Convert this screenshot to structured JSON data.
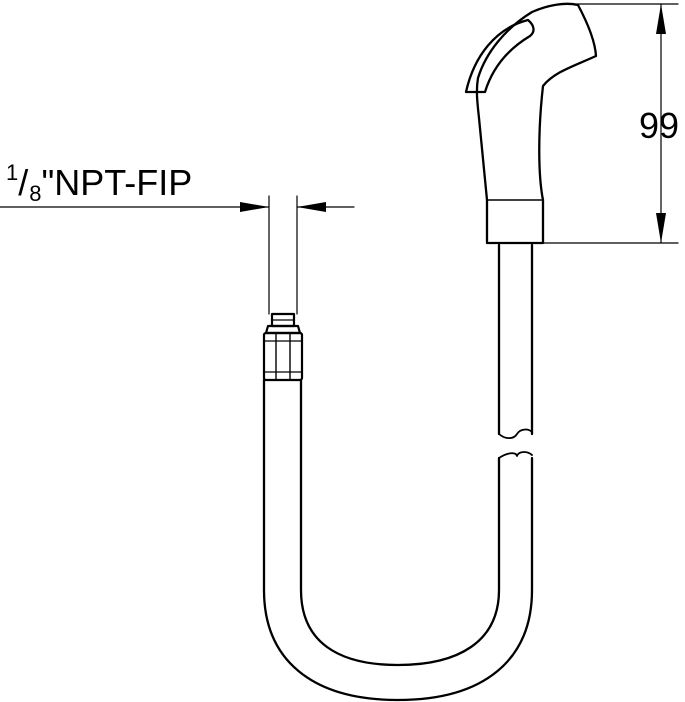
{
  "annotations": {
    "connection_numerator": "1",
    "connection_denominator": "8",
    "connection_suffix": "\"NPT-FIP",
    "height_value": "99"
  },
  "colors": {
    "line": "#000000",
    "background": "#ffffff"
  }
}
